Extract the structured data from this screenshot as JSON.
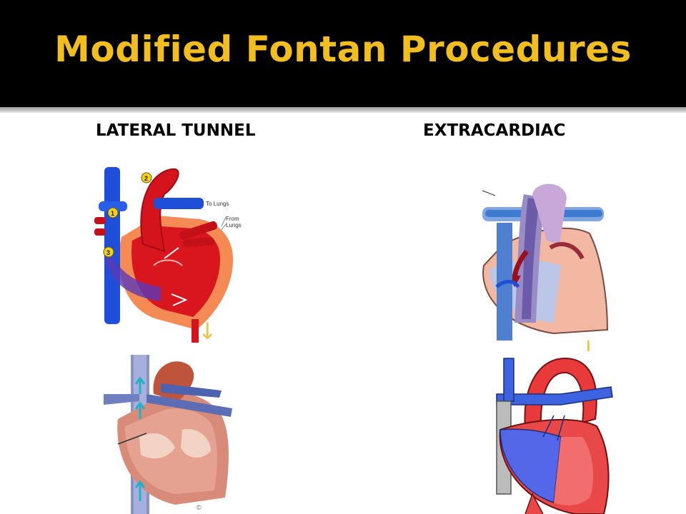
{
  "slide": {
    "title": "Modified Fontan Procedures",
    "colors": {
      "header": "#000000",
      "title": "#f2be1f",
      "arrow": "#e9c448"
    }
  },
  "columns": {
    "left_heading": "LATERAL TUNNEL",
    "right_heading": "EXTRACARDIAC"
  },
  "diagram_labels": {
    "to_lungs": "To Lungs",
    "from_lungs_1": "From",
    "from_lungs_2": "Lungs",
    "step1": "1",
    "step2": "2",
    "step3": "3",
    "copyright": "©"
  },
  "icons": [
    "down-arrow-icon",
    "down-arrow-icon"
  ]
}
